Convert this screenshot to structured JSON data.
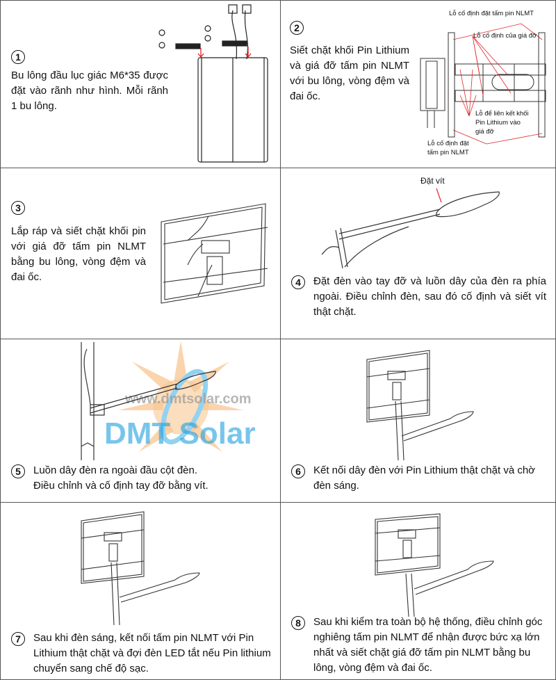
{
  "steps": [
    {
      "number": "1",
      "text": "Bu lông đầu lục giác M6*35 được đặt vào rãnh như hình. Mỗi rãnh 1 bu lông."
    },
    {
      "number": "2",
      "text": "Siết chặt khối Pin Lithium và giá đỡ tấm pin NLMT với bu lông, vòng đệm và đai ốc.",
      "labels": {
        "top_panel_holes": "Lỗ cố định đặt tấm pin NLMT",
        "bracket_holes": "Lỗ cố định của giá đỡ",
        "battery_holes_1": "Lỗ để liên kết khối",
        "battery_holes_2": "Pin Lithium vào",
        "battery_holes_3": "giá đỡ",
        "bottom_panel_holes_1": "Lỗ cố định đặt",
        "bottom_panel_holes_2": "tấm pin NLMT"
      }
    },
    {
      "number": "3",
      "text": "Lắp ráp và siết chặt khối pin với giá đỡ tấm pin NLMT bằng bu lông, vòng đệm và đai ốc."
    },
    {
      "number": "4",
      "text": "Đặt đèn vào tay đỡ và luồn dây của đèn ra phía ngoài. Điều chỉnh đèn, sau đó cố định và siết vít thật chặt.",
      "callout": "Đặt vít"
    },
    {
      "number": "5",
      "line1": "Luồn dây đèn ra ngoài đầu cột đèn.",
      "line2": "Điều chỉnh và cố định tay đỡ bằng vít."
    },
    {
      "number": "6",
      "text": "Kết nối dây đèn với Pin Lithium thật chặt và chờ đèn sáng."
    },
    {
      "number": "7",
      "text": "Sau khi đèn sáng, kết nối tấm pin NLMT với Pin Lithium thật chặt và đợi đèn LED tắt nếu Pin lithium chuyển sang chế độ sạc."
    },
    {
      "number": "8",
      "text": "Sau khi kiểm tra toàn bộ hệ thống, điều chỉnh góc nghiêng tấm pin NLMT để nhận được bức xạ lớn nhất và siết chặt giá đỡ tấm pin NLMT bằng bu lông, vòng đệm và đai ốc."
    }
  ],
  "watermark": {
    "brand": "DMT Solar",
    "url": "www.dmtsolar.com"
  },
  "colors": {
    "accent_red": "#e0262b",
    "watermark_blue": "#1fa0e0",
    "watermark_orange": "#f28c28",
    "border": "#555555"
  }
}
